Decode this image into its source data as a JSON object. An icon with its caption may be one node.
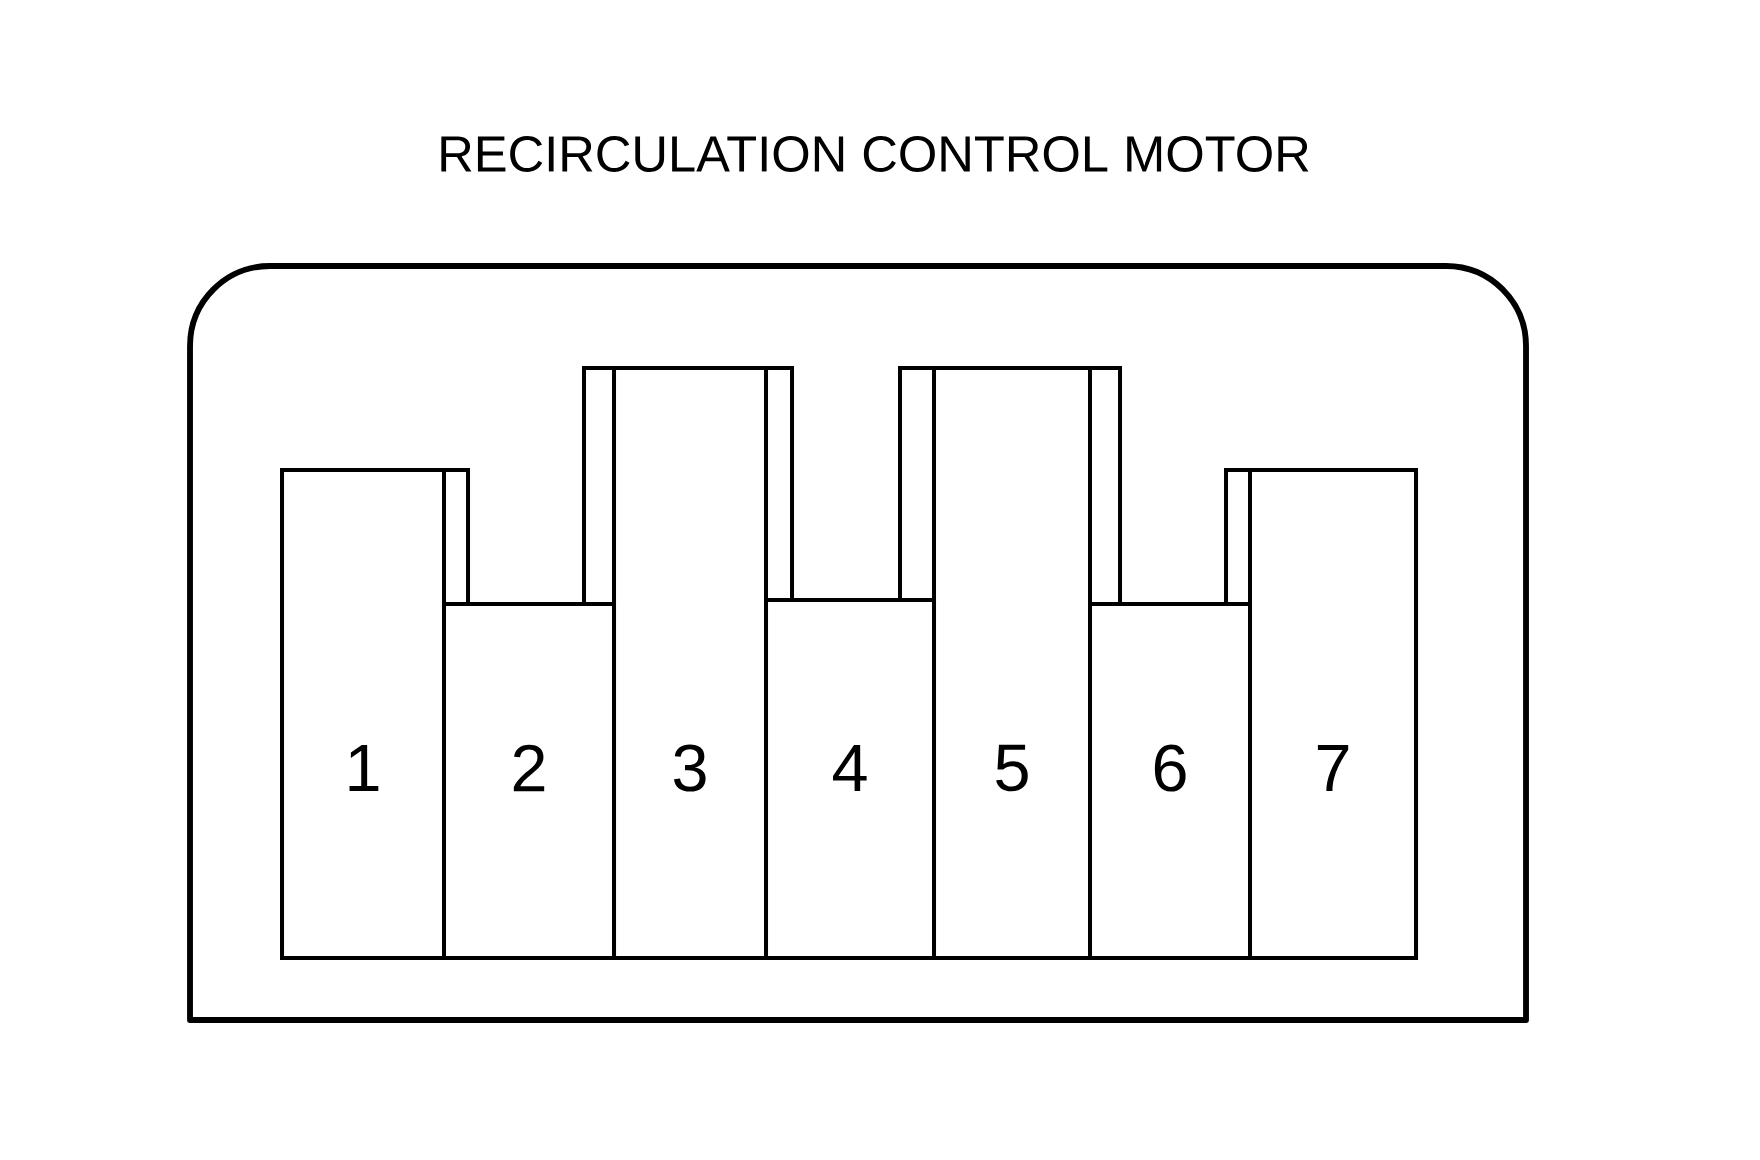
{
  "diagram": {
    "nodes": [
      {
        "text": [
          "RECIRCULATION CONTROL MOTOR"
        ]
      },
      {
        "text": [
          "1"
        ],
        "in": 0
      },
      {
        "text": [
          "2"
        ],
        "in": 0
      },
      {
        "text": [
          "3"
        ],
        "in": 0
      },
      {
        "text": [
          "4"
        ],
        "in": 0
      },
      {
        "text": [
          "5"
        ],
        "in": 0
      },
      {
        "text": [
          "6"
        ],
        "in": 0
      },
      {
        "text": [
          "7"
        ],
        "in": 0
      }
    ]
  }
}
